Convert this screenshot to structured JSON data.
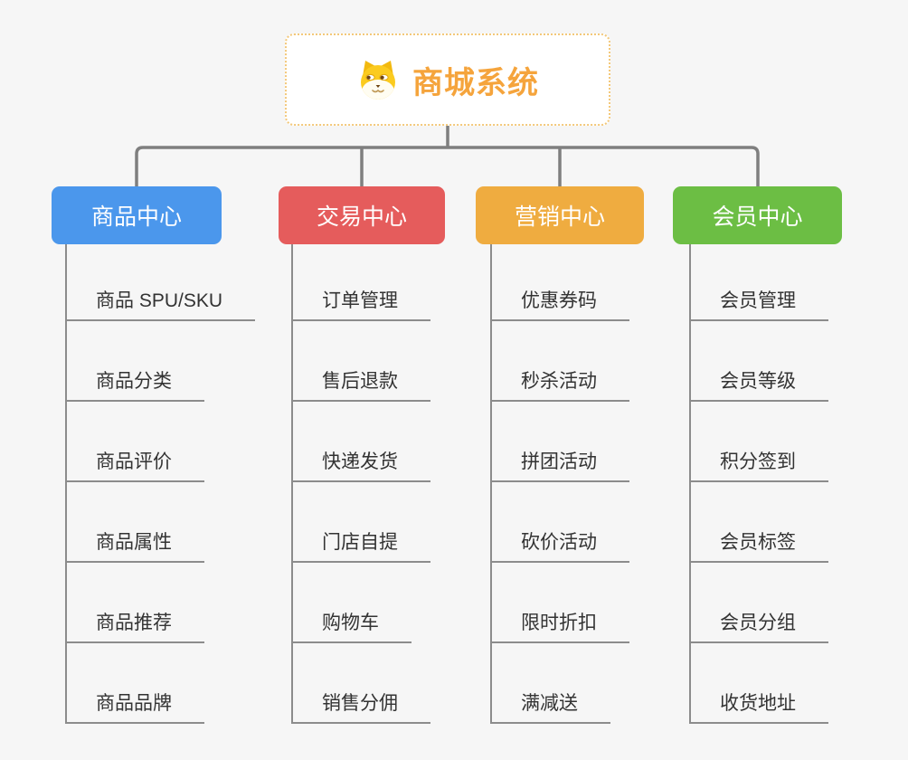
{
  "page": {
    "background": "#f6f6f6"
  },
  "root": {
    "title": "商城系统",
    "icon": "dog-face-icon",
    "text_color": "#f5a43c",
    "border_color": "#f3c87a"
  },
  "branches": [
    {
      "label": "商品中心",
      "color": "#4b97ec",
      "items": [
        "商品 SPU/SKU",
        "商品分类",
        "商品评价",
        "商品属性",
        "商品推荐",
        "商品品牌"
      ]
    },
    {
      "label": "交易中心",
      "color": "#e55c5c",
      "items": [
        "订单管理",
        "售后退款",
        "快递发货",
        "门店自提",
        "购物车",
        "销售分佣"
      ]
    },
    {
      "label": "营销中心",
      "color": "#efac40",
      "items": [
        "优惠券码",
        "秒杀活动",
        "拼团活动",
        "砍价活动",
        "限时折扣",
        "满减送"
      ]
    },
    {
      "label": "会员中心",
      "color": "#6cbe44",
      "items": [
        "会员管理",
        "会员等级",
        "积分签到",
        "会员标签",
        "会员分组",
        "收货地址"
      ]
    }
  ],
  "connector_color": "#7f7f7f",
  "underline_color": "#8c8c8c"
}
